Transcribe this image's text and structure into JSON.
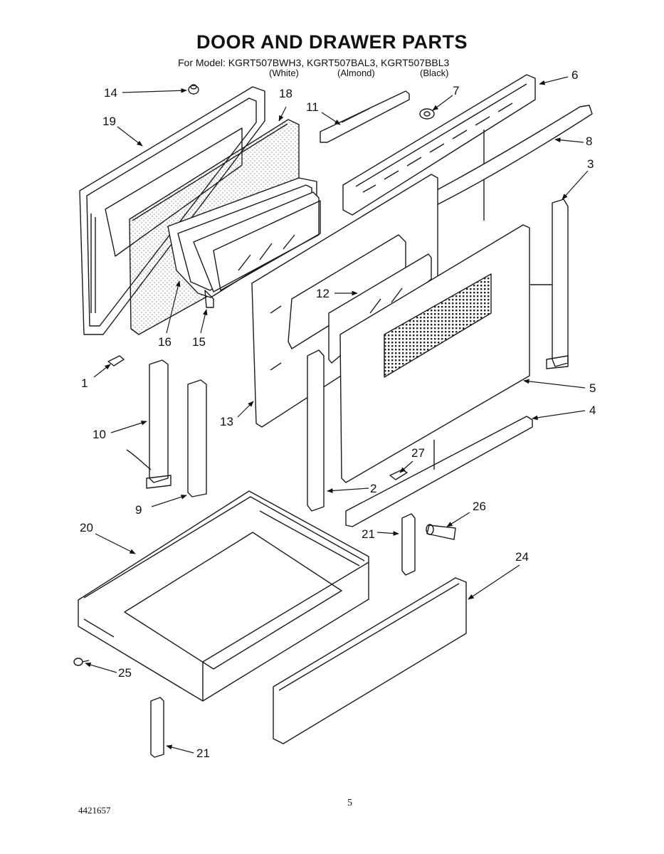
{
  "title": "DOOR AND DRAWER PARTS",
  "model_line": "For Model: KGRT507BWH3, KGRT507BAL3, KGRT507BBL3",
  "colors": {
    "white": "(White)",
    "almond": "(Almond)",
    "black": "(Black)"
  },
  "part_labels": [
    "14",
    "18",
    "11",
    "7",
    "6",
    "19",
    "8",
    "3",
    "12",
    "5",
    "4",
    "1",
    "16",
    "15",
    "10",
    "13",
    "27",
    "2",
    "9",
    "26",
    "20",
    "21",
    "24",
    "25",
    "21"
  ],
  "page_number": "5",
  "document_number": "4421657"
}
